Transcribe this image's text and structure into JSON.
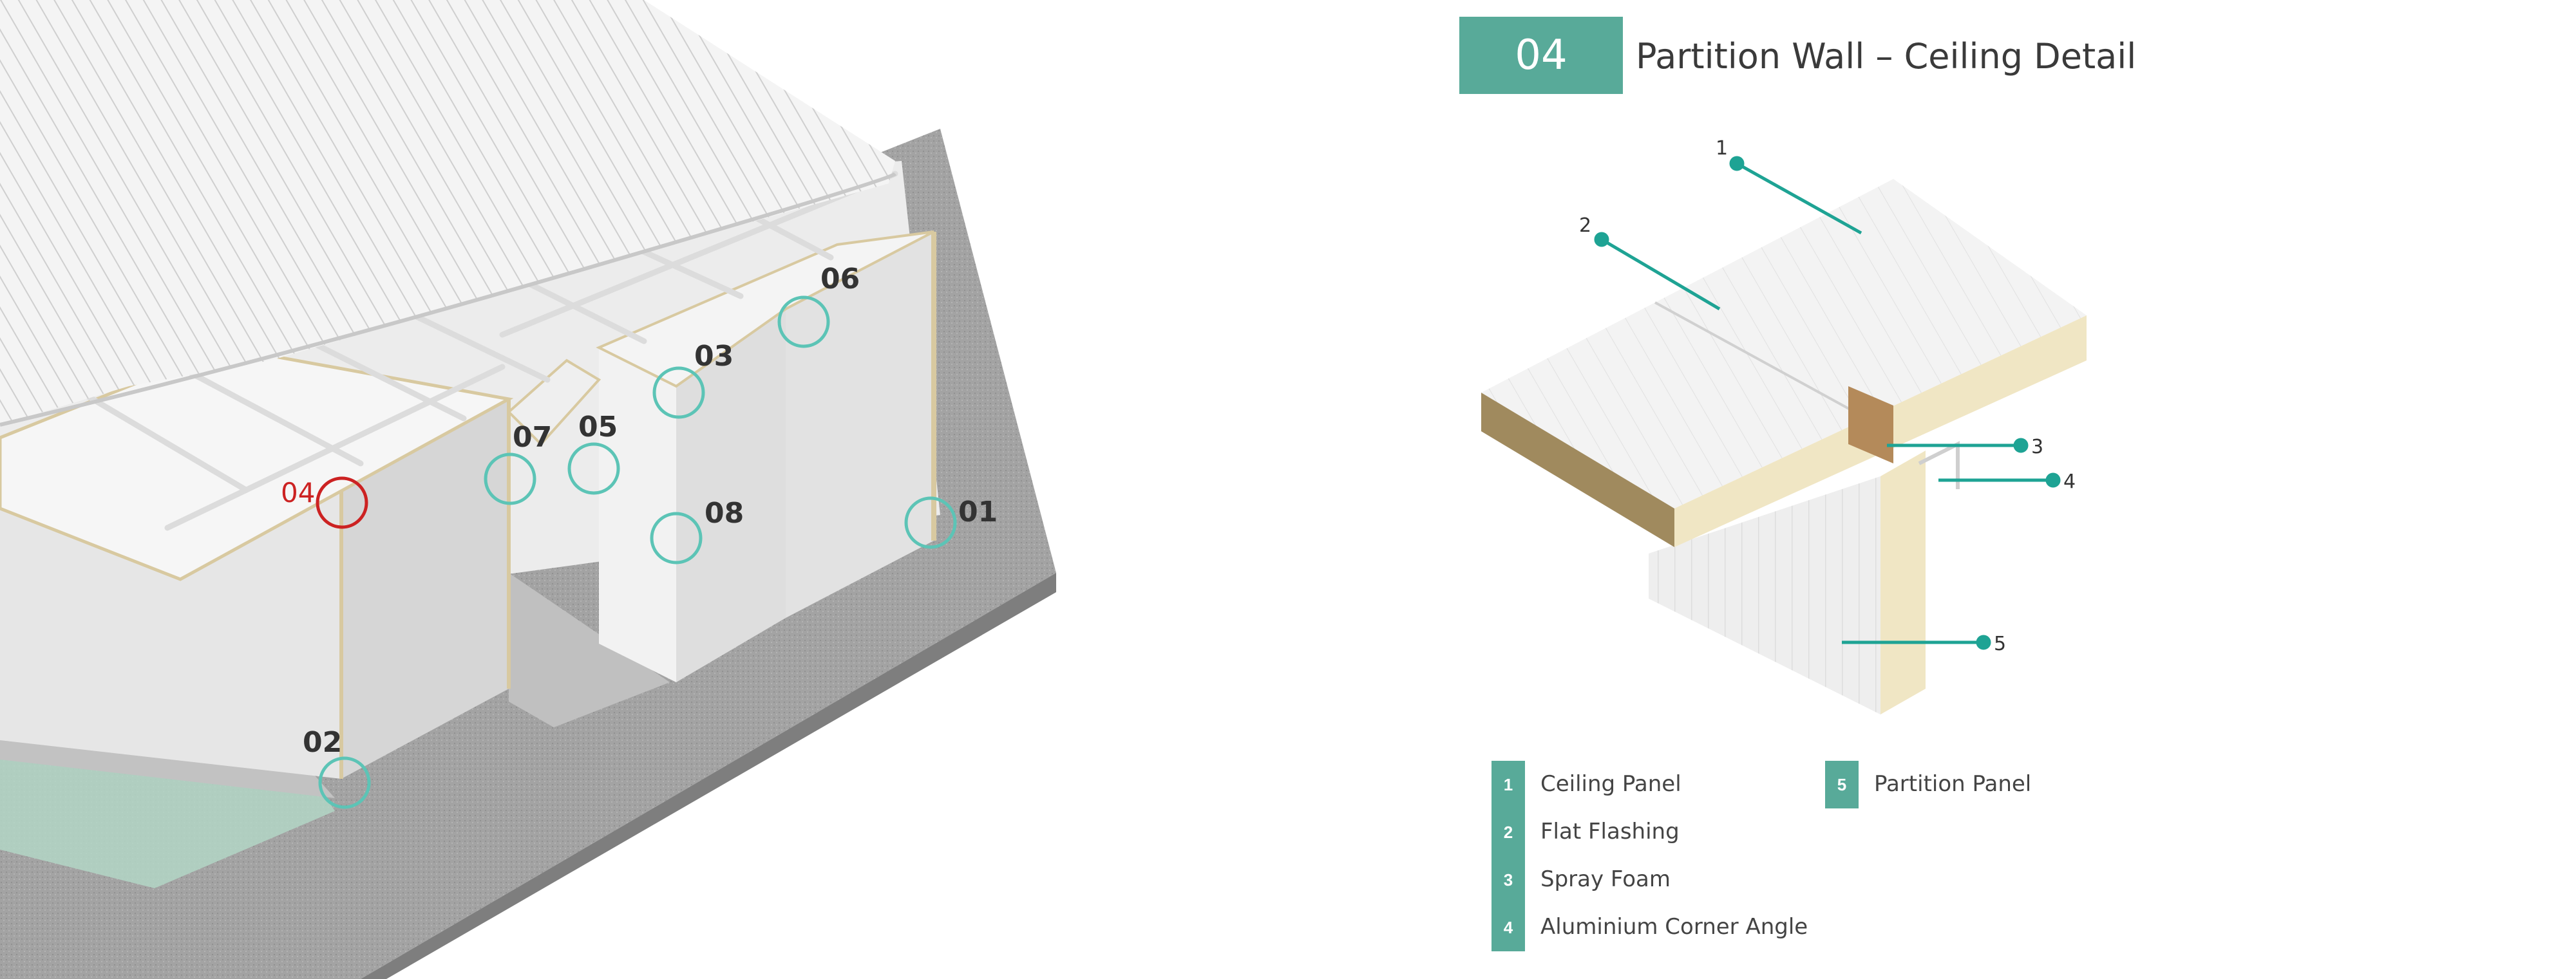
{
  "overview": {
    "markers": [
      {
        "id": "01",
        "label": "01",
        "active": false
      },
      {
        "id": "02",
        "label": "02",
        "active": false
      },
      {
        "id": "03",
        "label": "03",
        "active": false
      },
      {
        "id": "04",
        "label": "04",
        "active": true
      },
      {
        "id": "05",
        "label": "05",
        "active": false
      },
      {
        "id": "06",
        "label": "06",
        "active": false
      },
      {
        "id": "07",
        "label": "07",
        "active": false
      },
      {
        "id": "08",
        "label": "08",
        "active": false
      }
    ]
  },
  "detail": {
    "number": "04",
    "title": "Partition Wall – Ceiling Detail",
    "callouts": [
      "1",
      "2",
      "3",
      "4",
      "5"
    ],
    "legend": [
      {
        "num": "1",
        "label": "Ceiling Panel"
      },
      {
        "num": "2",
        "label": "Flat Flashing"
      },
      {
        "num": "3",
        "label": "Spray Foam"
      },
      {
        "num": "4",
        "label": "Aluminium Corner Angle"
      },
      {
        "num": "5",
        "label": "Partition Panel"
      }
    ]
  },
  "colors": {
    "accent": "#58aa99",
    "marker_ring": "#5cc4b6",
    "active_marker": "#cc2222",
    "foam": "#f0e6c4",
    "floor": "#9a9a9a"
  }
}
